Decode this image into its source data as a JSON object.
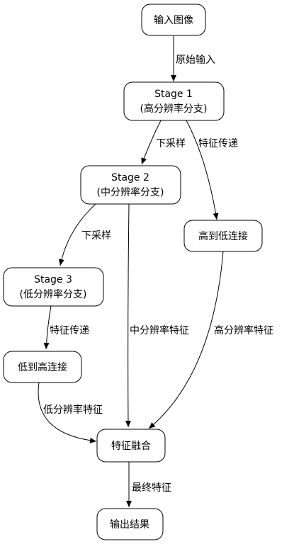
{
  "nodes": {
    "input": {
      "line1": "输入图像"
    },
    "stage1": {
      "line1": "Stage 1",
      "line2": "(高分辨率分支)"
    },
    "stage2": {
      "line1": "Stage 2",
      "line2": "(中分辨率分支)"
    },
    "high_to_low": {
      "line1": "高到低连接"
    },
    "stage3": {
      "line1": "Stage 3",
      "line2": "(低分辨率分支)"
    },
    "low_to_high": {
      "line1": "低到高连接"
    },
    "fusion": {
      "line1": "特征融合"
    },
    "output": {
      "line1": "输出结果"
    }
  },
  "edges": {
    "input_stage1": "原始输入",
    "stage1_stage2": "下采样",
    "stage1_high_to_low": "特征传递",
    "stage2_stage3": "下采样",
    "stage2_fusion": "中分辨率特征",
    "high_to_low_fusion": "高分辨率特征",
    "stage3_low_to_high": "特征传递",
    "low_to_high_fusion": "低分辨率特征",
    "fusion_output": "最终特征"
  }
}
